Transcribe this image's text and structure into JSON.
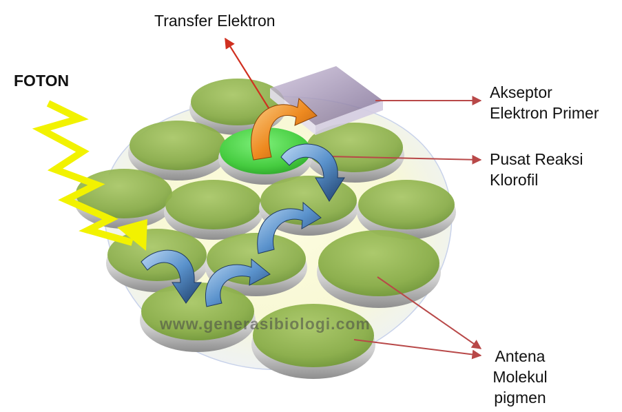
{
  "labels": {
    "foton": "FOTON",
    "transfer": "Transfer Elektron",
    "akseptor": [
      "Akseptor",
      "Elektron Primer"
    ],
    "pusat": [
      "Pusat Reaksi",
      "Klorofil"
    ],
    "antena": [
      "Antena",
      "Molekul",
      "pigmen"
    ],
    "watermark": "www.generasibiologi.com"
  },
  "colors": {
    "pigment_green": "#8ab04a",
    "reaction_center": "#4cd04a",
    "pointer_red": "#b84848",
    "transfer_arrow": "#d03020",
    "photon_yellow": "#f2f200",
    "electron_arrow_blue": "#4f87c4",
    "electron_arrow_orange": "#e87e1c",
    "acceptor_purple": "#8a7a9e"
  }
}
